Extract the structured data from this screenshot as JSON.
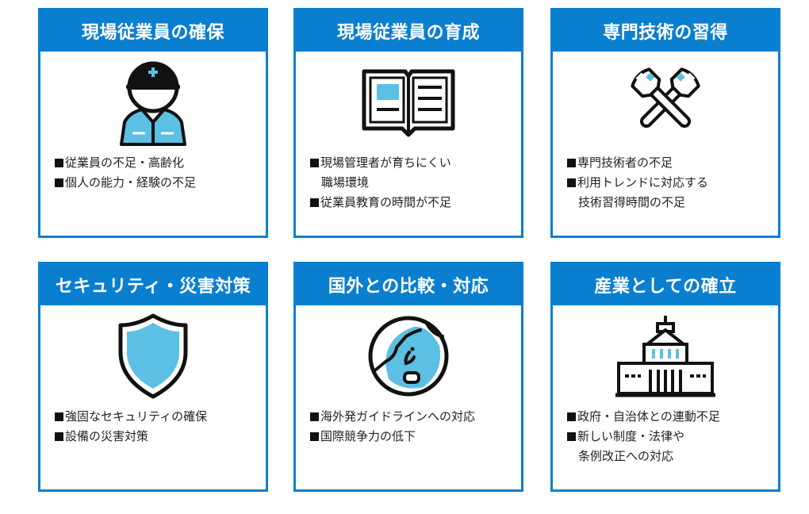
{
  "cards": [
    {
      "title": "現場従業員の確保",
      "icon": "worker-helmet-icon",
      "items": [
        [
          "従業員の不足・高齢化"
        ],
        [
          "個人の能力・経験の不足"
        ]
      ]
    },
    {
      "title": "現場従業員の育成",
      "icon": "open-book-icon",
      "items": [
        [
          "現場管理者が育ちにくい",
          "職場環境"
        ],
        [
          "従業員教育の時間が不足"
        ]
      ]
    },
    {
      "title": "専門技術の習得",
      "icon": "crossed-wrenches-icon",
      "items": [
        [
          "専門技術者の不足"
        ],
        [
          "利用トレンドに対応する",
          "技術習得時間の不足"
        ]
      ]
    },
    {
      "title": "セキュリティ・災害対策",
      "icon": "shield-icon",
      "items": [
        [
          "強固なセキュリティの確保"
        ],
        [
          "設備の災害対策"
        ]
      ]
    },
    {
      "title": "国外との比較・対応",
      "icon": "globe-icon",
      "items": [
        [
          "海外発ガイドラインへの対応"
        ],
        [
          "国際競争力の低下"
        ]
      ]
    },
    {
      "title": "産業としての確立",
      "icon": "parliament-building-icon",
      "items": [
        [
          "政府・自治体との連動不足"
        ],
        [
          "新しい制度・法律や",
          "条例改正への対応"
        ]
      ]
    }
  ],
  "colors": {
    "header": "#0a7fd0",
    "accent": "#5bc0e3",
    "line": "#111111"
  }
}
